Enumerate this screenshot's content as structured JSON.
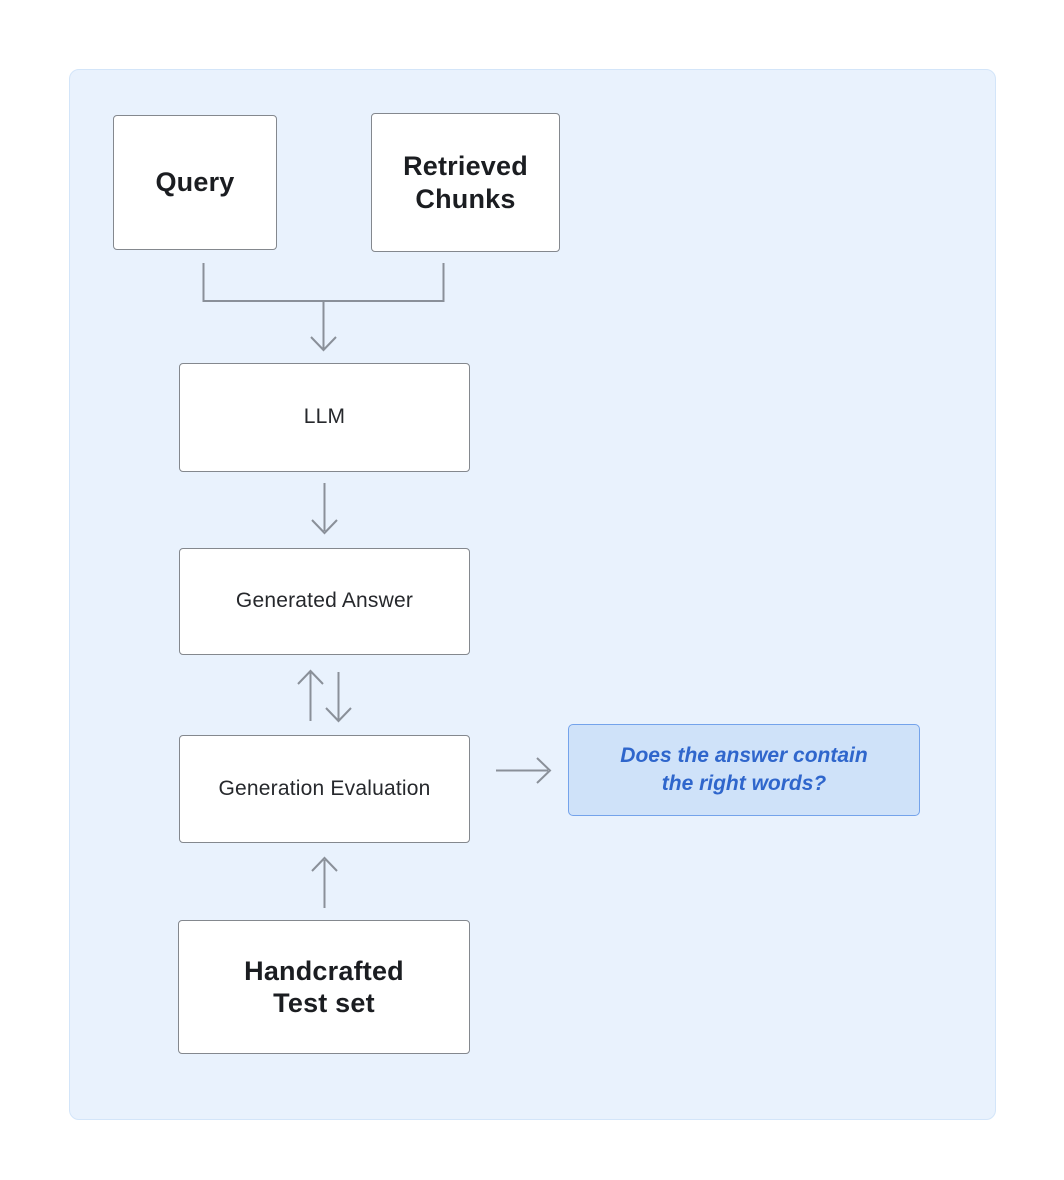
{
  "diagram": {
    "nodes": {
      "query": {
        "label": "Query"
      },
      "retrieved_chunks": {
        "label": "Retrieved\nChunks"
      },
      "llm": {
        "label": "LLM"
      },
      "generated_answer": {
        "label": "Generated Answer"
      },
      "generation_evaluation": {
        "label": "Generation Evaluation"
      },
      "handcrafted_test_set": {
        "label": "Handcrafted\nTest set"
      }
    },
    "callout": {
      "text": "Does the answer contain\nthe right words?"
    },
    "connections": [
      {
        "from": "query",
        "to": "llm",
        "type": "arrow"
      },
      {
        "from": "retrieved_chunks",
        "to": "llm",
        "type": "arrow"
      },
      {
        "from": "llm",
        "to": "generated_answer",
        "type": "arrow"
      },
      {
        "from": "generated_answer",
        "to": "generation_evaluation",
        "type": "bidirectional"
      },
      {
        "from": "handcrafted_test_set",
        "to": "generation_evaluation",
        "type": "arrow"
      },
      {
        "from": "generation_evaluation",
        "to": "callout",
        "type": "arrow"
      }
    ]
  },
  "colors": {
    "page_bg": "#ffffff",
    "panel_bg": "#e9f2fd",
    "panel_border": "#d3e5f9",
    "node_bg": "#ffffff",
    "node_border": "#84888e",
    "node_text": "#1b1d21",
    "node_text_medium": "#26282c",
    "arrow": "#8a9099",
    "callout_bg": "#cfe2f9",
    "callout_border": "#74a3eb",
    "callout_text": "#2f66cc"
  }
}
